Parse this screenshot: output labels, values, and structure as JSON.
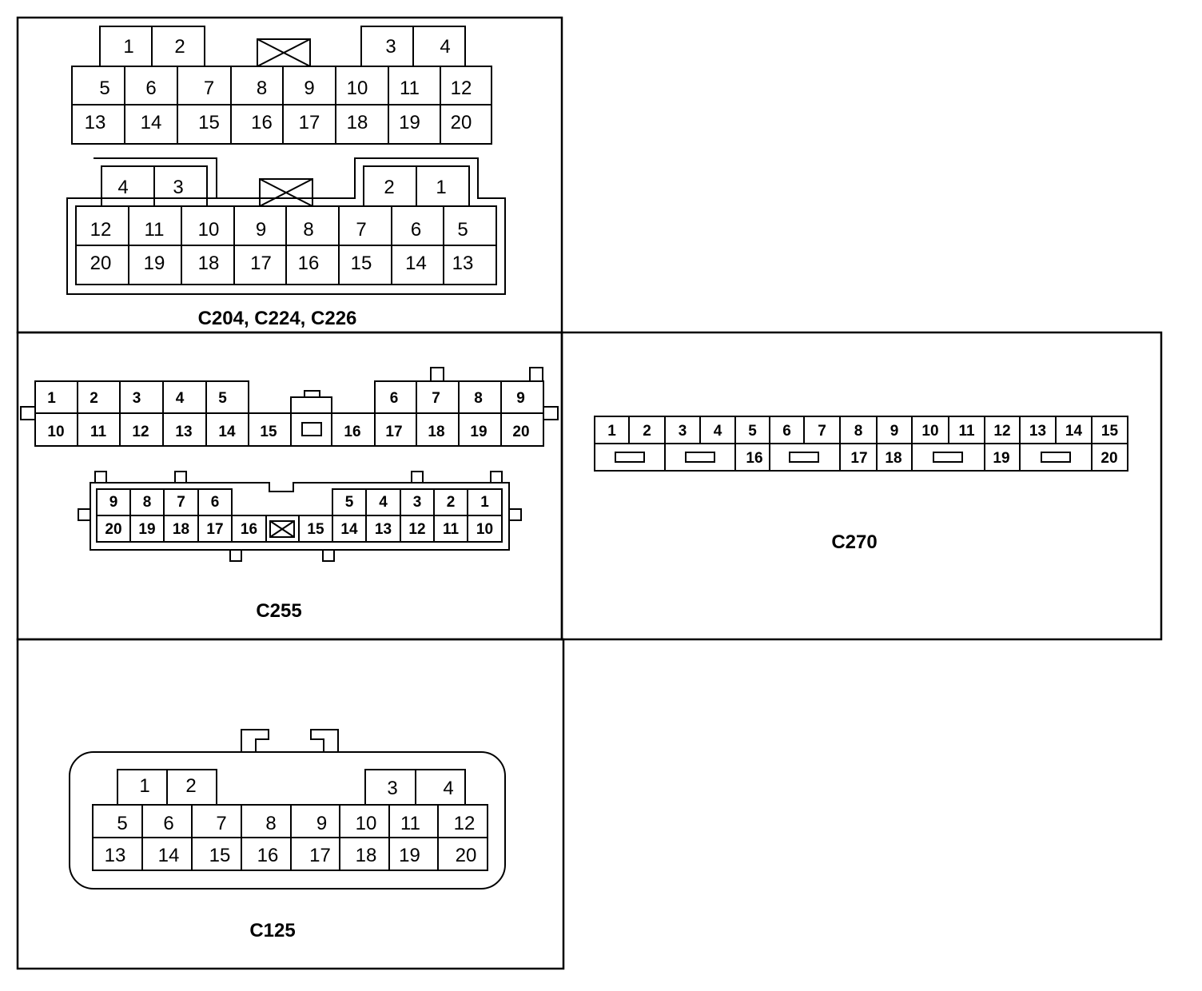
{
  "panels": [
    {
      "caption": "C204, C224, C226",
      "connector_a": {
        "top_left_pins": [
          "1",
          "2"
        ],
        "top_right_pins": [
          "3",
          "4"
        ],
        "row1": [
          "5",
          "6",
          "7",
          "8",
          "9",
          "10",
          "11",
          "12"
        ],
        "row2": [
          "13",
          "14",
          "15",
          "16",
          "17",
          "18",
          "19",
          "20"
        ]
      },
      "connector_b": {
        "top_left_pins": [
          "4",
          "3"
        ],
        "top_right_pins": [
          "2",
          "1"
        ],
        "row1": [
          "12",
          "11",
          "10",
          "9",
          "8",
          "7",
          "6",
          "5"
        ],
        "row2": [
          "20",
          "19",
          "18",
          "17",
          "16",
          "15",
          "14",
          "13"
        ]
      }
    },
    {
      "caption": "C255",
      "connector_a": {
        "row1_left": [
          "1",
          "2",
          "3",
          "4",
          "5"
        ],
        "row1_right": [
          "6",
          "7",
          "8",
          "9"
        ],
        "row2": [
          "10",
          "11",
          "12",
          "13",
          "14",
          "15",
          "16",
          "17",
          "18",
          "19",
          "20"
        ]
      },
      "connector_b": {
        "row1_left": [
          "9",
          "8",
          "7",
          "6"
        ],
        "row1_right": [
          "5",
          "4",
          "3",
          "2",
          "1"
        ],
        "row2": [
          "20",
          "19",
          "18",
          "17",
          "16",
          "15",
          "14",
          "13",
          "12",
          "11",
          "10"
        ]
      }
    },
    {
      "caption": "C270",
      "connector": {
        "row1": [
          "1",
          "2",
          "3",
          "4",
          "5",
          "6",
          "7",
          "8",
          "9",
          "10",
          "11",
          "12",
          "13",
          "14",
          "15"
        ],
        "row2_labels": [
          "16",
          "17",
          "18",
          "19",
          "20"
        ]
      }
    },
    {
      "caption": "C125",
      "connector": {
        "top_left_pins": [
          "1",
          "2"
        ],
        "top_right_pins": [
          "3",
          "4"
        ],
        "row1": [
          "5",
          "6",
          "7",
          "8",
          "9",
          "10",
          "11",
          "12"
        ],
        "row2": [
          "13",
          "14",
          "15",
          "16",
          "17",
          "18",
          "19",
          "20"
        ]
      }
    }
  ]
}
